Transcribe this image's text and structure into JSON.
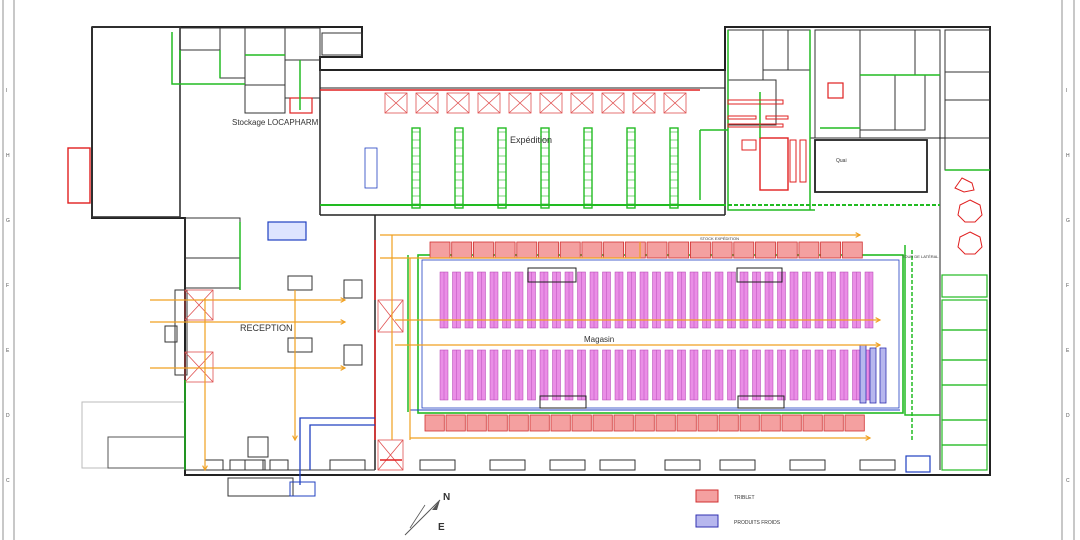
{
  "labels": {
    "stockage": "Stockage LOCAPHARM",
    "expedition": "Expédition",
    "reception": "RECEPTION",
    "magasin": "Magasin",
    "quai": "Quai",
    "stock_expedition": "STOCK EXPÉDITION",
    "tours_lateral": "TOUR DE LATÉRAL"
  },
  "frame_rows": [
    "I",
    "H",
    "G",
    "F",
    "E",
    "D",
    "C"
  ],
  "compass": {
    "north": "N",
    "east": "E"
  },
  "legend": [
    {
      "label": "TRIBLET",
      "color": "#f4a0a0",
      "stroke": "#d03030"
    },
    {
      "label": "PRODUITS FROIDS",
      "color": "#b7b7ee",
      "stroke": "#3030b0"
    }
  ],
  "colors": {
    "wall": "#222222",
    "red_wall": "#e02020",
    "green_wall": "#22bb22",
    "flow": "#f0a020",
    "magenta_rack": "#ea8ee6",
    "blue_line": "#2040c0"
  }
}
